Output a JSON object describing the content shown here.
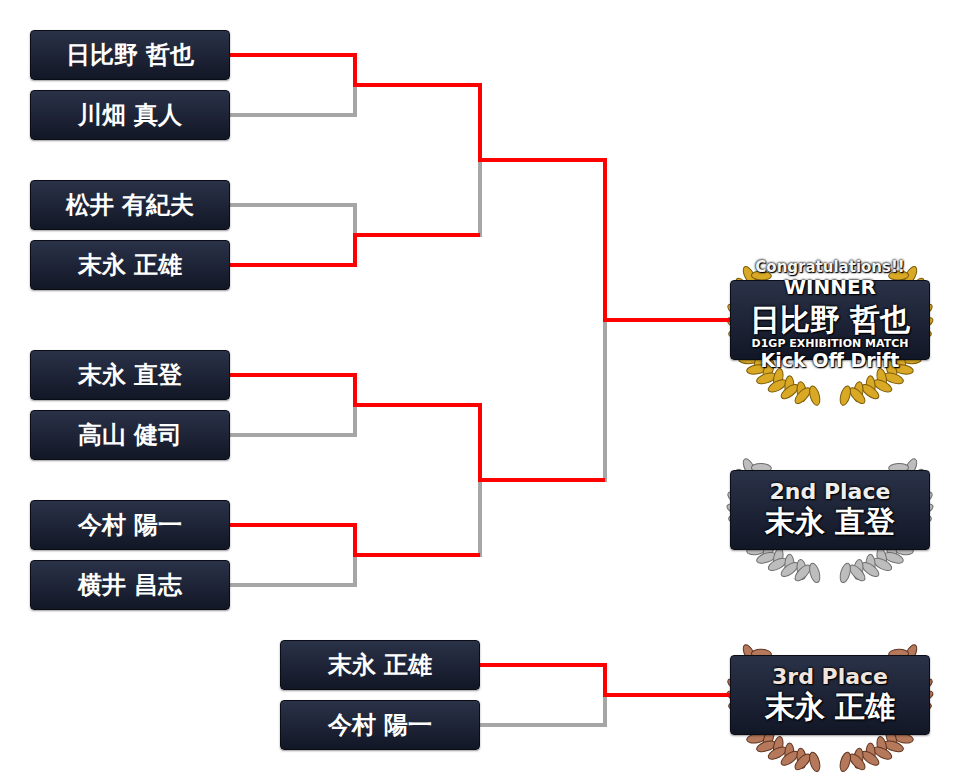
{
  "diagram": {
    "nodes": [
      {
        "text": [
          "日比野 哲也"
        ]
      },
      {
        "text": [
          "川畑 真人"
        ]
      },
      {
        "text": [
          "松井 有紀夫"
        ]
      },
      {
        "text": [
          "末永 正雄"
        ]
      },
      {
        "text": [
          "末永 直登"
        ]
      },
      {
        "text": [
          "高山 健司"
        ]
      },
      {
        "text": [
          "今村 陽一"
        ]
      },
      {
        "text": [
          "横井 昌志"
        ]
      },
      {
        "text": [
          "Congratulations!!",
          "WINNER",
          "日比野 哲也",
          "D1GP EXHIBITION MATCH",
          "Kick Off Drift"
        ]
      },
      {
        "text": [
          "2nd Place",
          "末永 直登"
        ]
      },
      {
        "text": [
          "末永 正雄"
        ]
      },
      {
        "text": [
          "今村 陽一"
        ]
      },
      {
        "text": [
          "3rd Place",
          "末永 正雄"
        ]
      }
    ],
    "edges": [
      {
        "from": 0,
        "to": 8,
        "arrow": "none"
      },
      {
        "from": 1,
        "to": 8,
        "arrow": "none"
      },
      {
        "from": 2,
        "to": 8,
        "arrow": "none"
      },
      {
        "from": 3,
        "to": 8,
        "arrow": "none"
      },
      {
        "from": 4,
        "to": 8,
        "arrow": "none"
      },
      {
        "from": 5,
        "to": 8,
        "arrow": "none"
      },
      {
        "from": 6,
        "to": 8,
        "arrow": "none"
      },
      {
        "from": 7,
        "to": 8,
        "arrow": "none"
      },
      {
        "from": 10,
        "to": 12,
        "arrow": "none"
      },
      {
        "from": 11,
        "to": 12,
        "arrow": "none"
      }
    ]
  }
}
